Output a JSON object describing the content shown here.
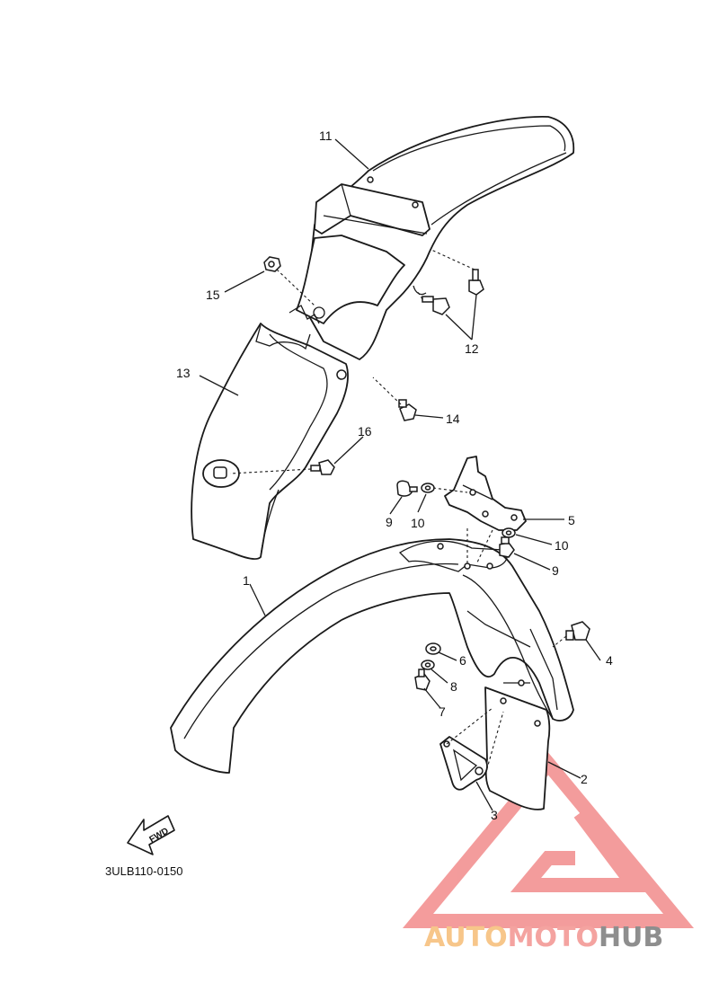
{
  "diagram_code": "3ULB110-0150",
  "fwd_label": "FWD",
  "callouts": [
    "1",
    "2",
    "3",
    "4",
    "5",
    "6",
    "7",
    "8",
    "9",
    "9",
    "10",
    "10",
    "11",
    "12",
    "13",
    "14",
    "15",
    "16"
  ],
  "watermark": {
    "parts": [
      "AUTO",
      "MOTO",
      "HUB"
    ],
    "colors": [
      "#f7c68a",
      "#f4a3a0",
      "#8e8e8e"
    ],
    "logo_color": "#f28b8b"
  }
}
